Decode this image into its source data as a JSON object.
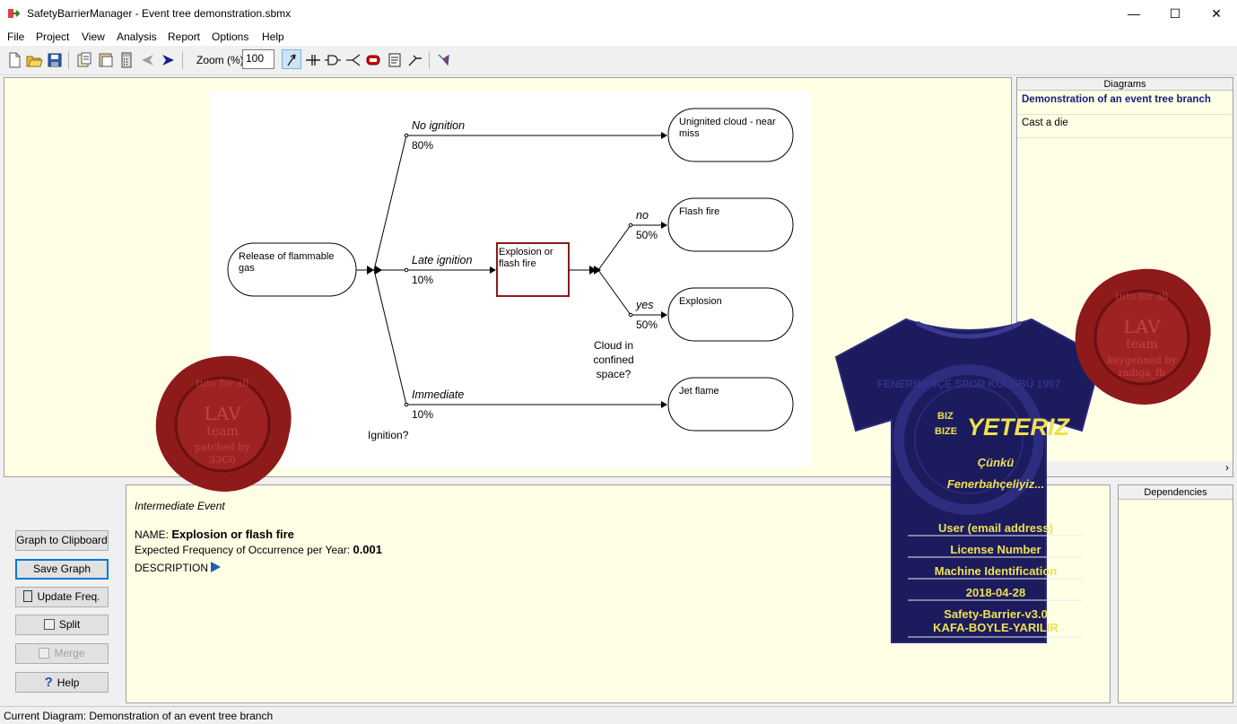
{
  "window": {
    "title": "SafetyBarrierManager - Event tree demonstration.sbmx",
    "minimize": "—",
    "maximize": "☐",
    "close": "✕"
  },
  "menu": [
    "File",
    "Project",
    "View",
    "Analysis",
    "Report",
    "Options",
    "Help"
  ],
  "toolbar": {
    "zoom_label": "Zoom (%):",
    "zoom_value": "100"
  },
  "diagram": {
    "initiating": [
      "Release of flammable",
      "gas"
    ],
    "ignition_question": "Ignition?",
    "branches": [
      {
        "label": "No ignition",
        "prob": "80%"
      },
      {
        "label": "Late ignition",
        "prob": "10%"
      },
      {
        "label": "Immediate",
        "prob": "10%"
      }
    ],
    "intermediate": [
      "Explosion or",
      "flash fire"
    ],
    "sub_question": [
      "Cloud in",
      "confined",
      "space?"
    ],
    "sub_branches": [
      {
        "label": "no",
        "prob": "50%"
      },
      {
        "label": "yes",
        "prob": "50%"
      }
    ],
    "outcomes": [
      [
        "Unignited cloud - near",
        "miss"
      ],
      [
        "Flash fire"
      ],
      [
        "Explosion"
      ],
      [
        "Jet flame"
      ]
    ]
  },
  "diagrams_panel": {
    "header": "Diagrams",
    "items": [
      "Demonstration of an event tree branch",
      "Cast a die"
    ]
  },
  "buttons": {
    "clipboard": "Graph to Clipboard",
    "save": "Save Graph",
    "update": "Update Freq.",
    "split": "Split",
    "merge": "Merge",
    "help": "Help"
  },
  "details": {
    "type": "Intermediate Event",
    "name_label": "NAME: ",
    "name_value": "Explosion or flash fire",
    "freq_label": "Expected Frequency of Occurrence per Year: ",
    "freq_value": "0.001",
    "description_label": "DESCRIPTION"
  },
  "dependencies": {
    "header": "Dependencies"
  },
  "status": "Current Diagram: Demonstration of an event tree branch",
  "overlay": {
    "shirt": {
      "biz": "BIZ",
      "bize": "BIZE",
      "yeteriz": "YETERIZ",
      "cunku": "Çünkü",
      "fener": "Fenerbahçeliyiz...",
      "crest": "FENERBAHÇE SPOR KULÜBÜ 1907",
      "rows": [
        "User (email address)",
        "License Number",
        "Machine Identification",
        "2018-04-28"
      ],
      "footer1": "Safety-Barrier-v3.0",
      "footer2": "KAFA-BOYLE-YARILIR"
    },
    "seal_left": {
      "top": "tuto for all",
      "lav": "LAV",
      "team": "team",
      "line1": "patched by",
      "line2": "33C0"
    },
    "seal_right": {
      "top": "tuto for all",
      "lav": "LAV",
      "team": "team",
      "line1": "keygenned by",
      "line2": "radiga_fb"
    }
  },
  "colors": {
    "panel_bg": "#ffffe6",
    "shirt": "#1b1b5e",
    "shirt_text": "#f0e050",
    "seal": "#8e1a1a",
    "selected_box": "#8b1a1a"
  }
}
